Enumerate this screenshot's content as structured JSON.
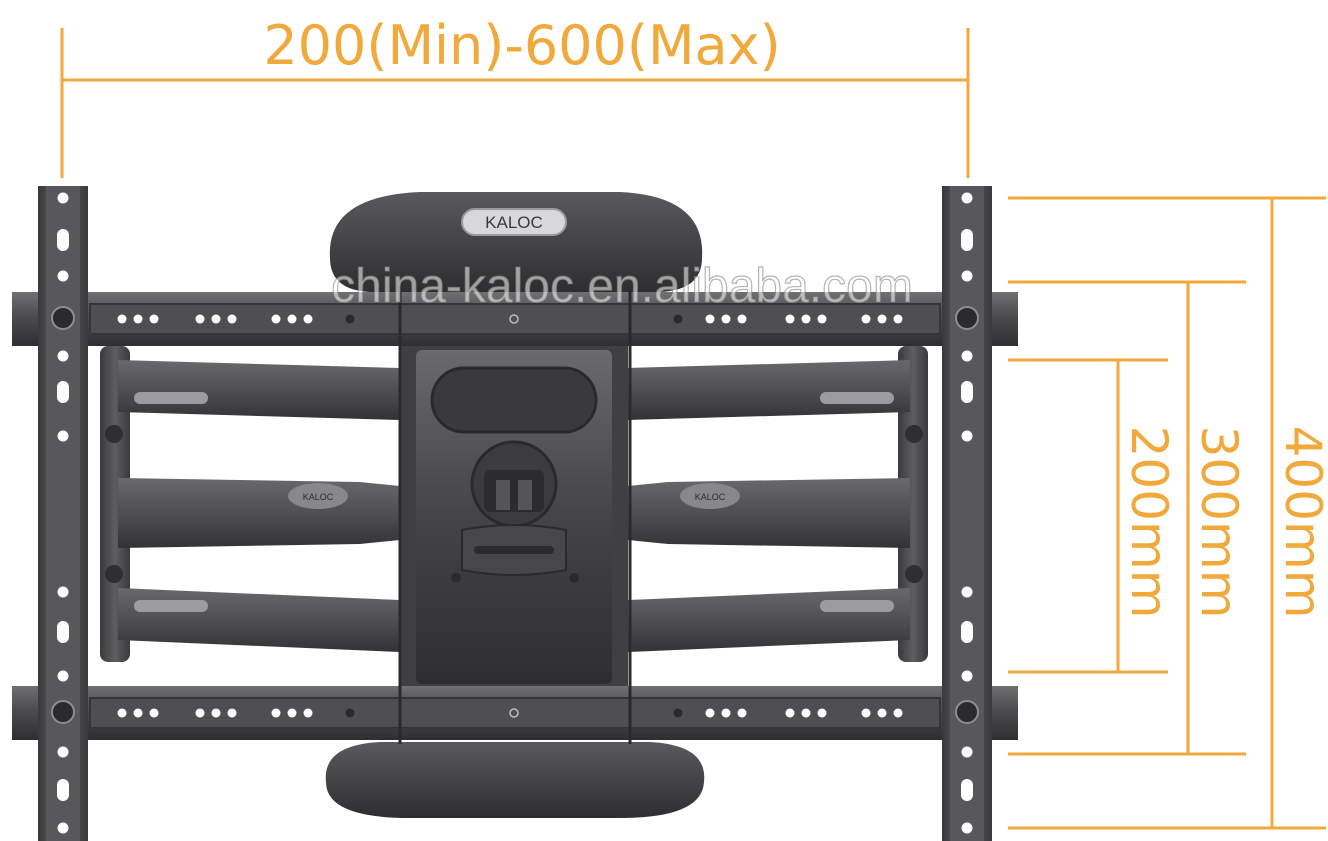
{
  "dimensions": {
    "horizontal_label": "200(Min)-600(Max)",
    "vertical_labels": [
      "200mm",
      "300mm",
      "400mm"
    ]
  },
  "brand": {
    "logo_text": "KALOC",
    "arm_logo_text": "KALOC"
  },
  "watermark": "china-kaloc.en.alibaba.com",
  "colors": {
    "dimension_accent": "#f0a93a",
    "metal_dark": "#3b3b3d",
    "metal_mid": "#58585b",
    "metal_light": "#8a8a8e",
    "holes": "#ffffff"
  }
}
